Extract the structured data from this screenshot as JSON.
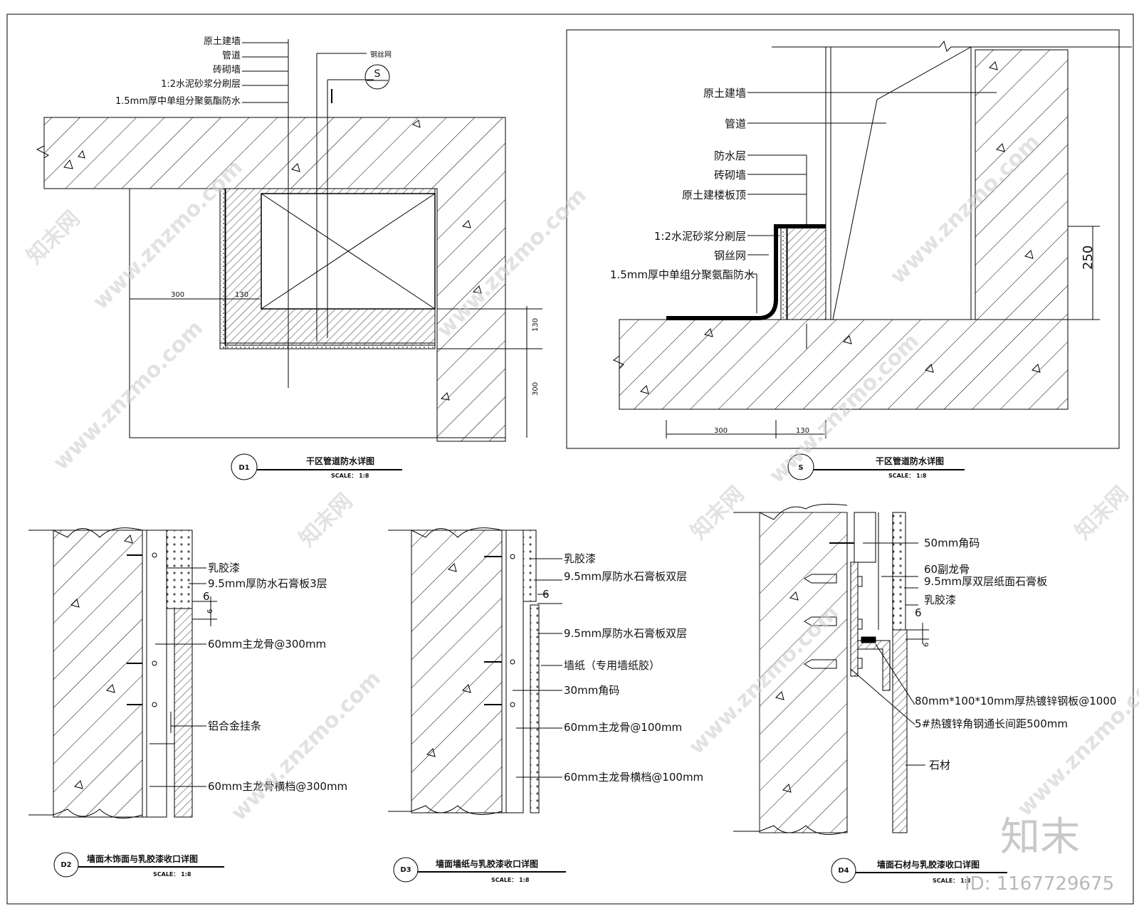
{
  "d1": {
    "labels": [
      "原土建墙",
      "管道",
      "砖砌墙",
      "1:2水泥砂浆分刷层",
      "1.5mm厚中单组分聚氨酯防水"
    ],
    "mesh": "钢丝网",
    "callout": "S",
    "dims": {
      "d300a": "300",
      "d130a": "130",
      "d130b": "130",
      "d300b": "300"
    },
    "tag": "D1",
    "title": "干区管道防水详图",
    "scale": "SCALE： 1:8"
  },
  "s": {
    "labels": [
      "原土建墙",
      "管道",
      "防水层",
      "砖砌墙",
      "原土建楼板顶",
      "1:2水泥砂浆分刷层",
      "钢丝网",
      "1.5mm厚中单组分聚氨酯防水"
    ],
    "dims": {
      "d250": "250",
      "d300": "300",
      "d130": "130"
    },
    "tag": "S",
    "title": "干区管道防水详图",
    "scale": "SCALE： 1:8"
  },
  "d2": {
    "labels": [
      "乳胶漆",
      "9.5mm厚防水石膏板3层",
      "60mm主龙骨@300mm",
      "铝合金挂条",
      "60mm主龙骨横档@300mm"
    ],
    "dims": {
      "a": "6",
      "b": "6"
    },
    "tag": "D2",
    "title": "墙面木饰面与乳胶漆收口详图",
    "scale": "SCALE： 1:8"
  },
  "d3": {
    "labels": [
      "乳胶漆",
      "9.5mm厚防水石膏板双层",
      "9.5mm厚防水石膏板双层",
      "墙纸（专用墙纸胶）",
      "30mm角码",
      "60mm主龙骨@100mm",
      "60mm主龙骨横档@100mm"
    ],
    "dims": {
      "a": "6"
    },
    "tag": "D3",
    "title": "墙面墙纸与乳胶漆收口详图",
    "scale": "SCALE： 1:8"
  },
  "d4": {
    "labels": [
      "50mm角码",
      "60副龙骨",
      "9.5mm厚双层纸面石膏板",
      "乳胶漆",
      "80mm*100*10mm厚热镀锌钢板@1000",
      "5#热镀锌角钢通长间距500mm",
      "石材"
    ],
    "dims": {
      "a": "6",
      "b": "6"
    },
    "tag": "D4",
    "title": "墙面石材与乳胶漆收口详图",
    "scale": "SCALE： 1:8"
  },
  "watermark": {
    "text": "www.znzmo.com",
    "brand": "知末网",
    "logo": "知末",
    "id": "ID: 1167729675"
  }
}
